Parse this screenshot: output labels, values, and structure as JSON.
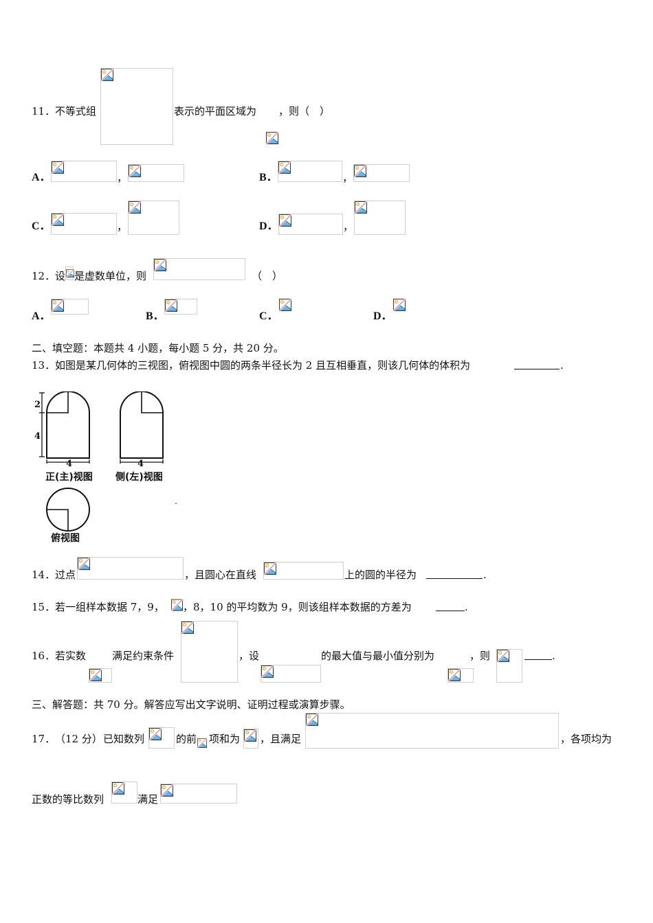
{
  "q11": {
    "number": "11．",
    "text_a": "不等式组",
    "text_b": "表示的平面区域为",
    "text_c": "，则（　）",
    "options": [
      {
        "label": "A．",
        "sep": "，"
      },
      {
        "label": "B．",
        "sep": "，"
      },
      {
        "label": "C．",
        "sep": "，"
      },
      {
        "label": "D．",
        "sep": "，"
      }
    ]
  },
  "q12": {
    "number": "12．",
    "text_a": "设",
    "text_b": "是虚数单位，则",
    "text_c": "（　）",
    "options": [
      {
        "label": "A．"
      },
      {
        "label": "B．"
      },
      {
        "label": "C．"
      },
      {
        "label": "D．"
      }
    ]
  },
  "section2": {
    "heading": "二、填空题：本题共 4 小题，每小题 5 分，共 20 分。"
  },
  "q13": {
    "number": "13．",
    "text": "如图是某几何体的三视图，俯视图中圆的两条半径长为 2 且互相垂直，则该几何体的体积为",
    "end": ".",
    "figure": {
      "front_label": "正(主)视图",
      "side_label": "侧(左)视图",
      "top_label": "俯视图",
      "dim_top": "2",
      "dim_height": "4",
      "dim_width_front": "4",
      "dim_width_side": "4"
    }
  },
  "q14": {
    "number": "14．",
    "text_a": "过点",
    "text_b": "，且圆心在直线",
    "text_c": "上的圆的半径为",
    "end": "."
  },
  "q15": {
    "number": "15．",
    "text_a": "若一组样本数据 7，9，",
    "text_b": "，8，10 的平均数为 9，则该组样本数据的方差为",
    "end": "."
  },
  "q16": {
    "number": "16．",
    "text_a": "若实数",
    "text_b": "满足约束条件",
    "text_c": "，设",
    "text_d": "的最大值与最小值分别为",
    "text_e": "，则",
    "end": "."
  },
  "section3": {
    "heading": "三、解答题：共 70 分。解答应写出文字说明、证明过程或演算步骤。"
  },
  "q17": {
    "number": "17．",
    "score": "（12 分）",
    "text_a": "已知数列",
    "text_b": "的前",
    "text_c": "项和为",
    "text_d": "，且满足",
    "text_e": "，各项均为",
    "line2_a": "正数的等比数列",
    "line2_b": "满足"
  },
  "colors": {
    "image_border": "#cfcfcf",
    "icon_blue": "#6fb6e8",
    "icon_red": "#e46a6a",
    "icon_orange": "#f0a640"
  }
}
